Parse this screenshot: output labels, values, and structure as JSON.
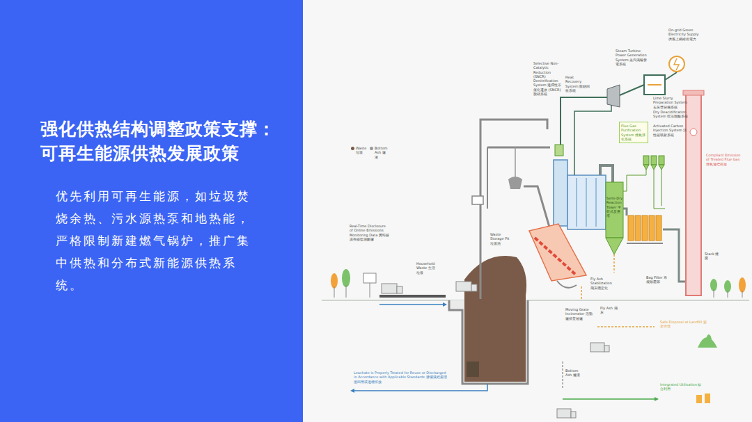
{
  "diagram": {
    "nodes": [
      {
        "text": [
          "强化供热结构调整政策支撑： 可再生能源供热发展政策",
          "优先利用可再生能源，如垃圾焚烧余热、污水源热泵和地热能，严格限制新建燃气锅炉，推广集中供热和分布式新能源供热系统。"
        ]
      },
      {
        "text": [
          "Flue Gas Purification System 煙氣淨化系統"
        ]
      }
    ],
    "labels": [
      "On-grid Green Electricity Supply 供應上網綠色電力",
      "Steam Turbine Power Generation System 蒸汽渦輪發電系統",
      "Selective Non-Catalytic Reduction (SNCR) Denitrification System 選擇性非催化還原 (SNCR) 脫硝系統",
      "Heat Recovery System 餘熱回收系統",
      "Lime Slurry Preparation System 石灰漿製備系統",
      "Dry Deacidification System 乾法脫酸系統",
      "Activated Carbon Injection System 活性碳噴射系統",
      "Compliant Emission of Treated Flue Gas 煙氣達標排放",
      "Semi-Dry Reaction Tower 半乾式反應塔",
      "Real-Time Disclosure of Online Emissions Monitoring Data 實時披露在線監測數據",
      "Waste Storage Pit 垃圾池",
      "Household Waste 生活垃圾",
      "Stack 煙囪",
      "Fly Ash Stabilization 飛灰穩定化",
      "Bag Filter 布袋除塵器",
      "Moving Grate Incinerator 活動爐排焚燒爐",
      "Fly Ash 飛灰",
      "Safe Disposal at Landfill 安全填埋",
      "Bottom Ash 爐渣",
      "Leachate is Properly Treated for Reuse or Discharged in Accordance with Applicable Standards 滲濾液經處理後回用或達標排放",
      "Integrated Utilisation 綜合利用"
    ],
    "legend": [
      {
        "text": "Waste 垃圾",
        "color": "#7a5a48"
      },
      {
        "text": "Bottom Ash 爐渣",
        "color": "#9a9a9a"
      }
    ]
  }
}
